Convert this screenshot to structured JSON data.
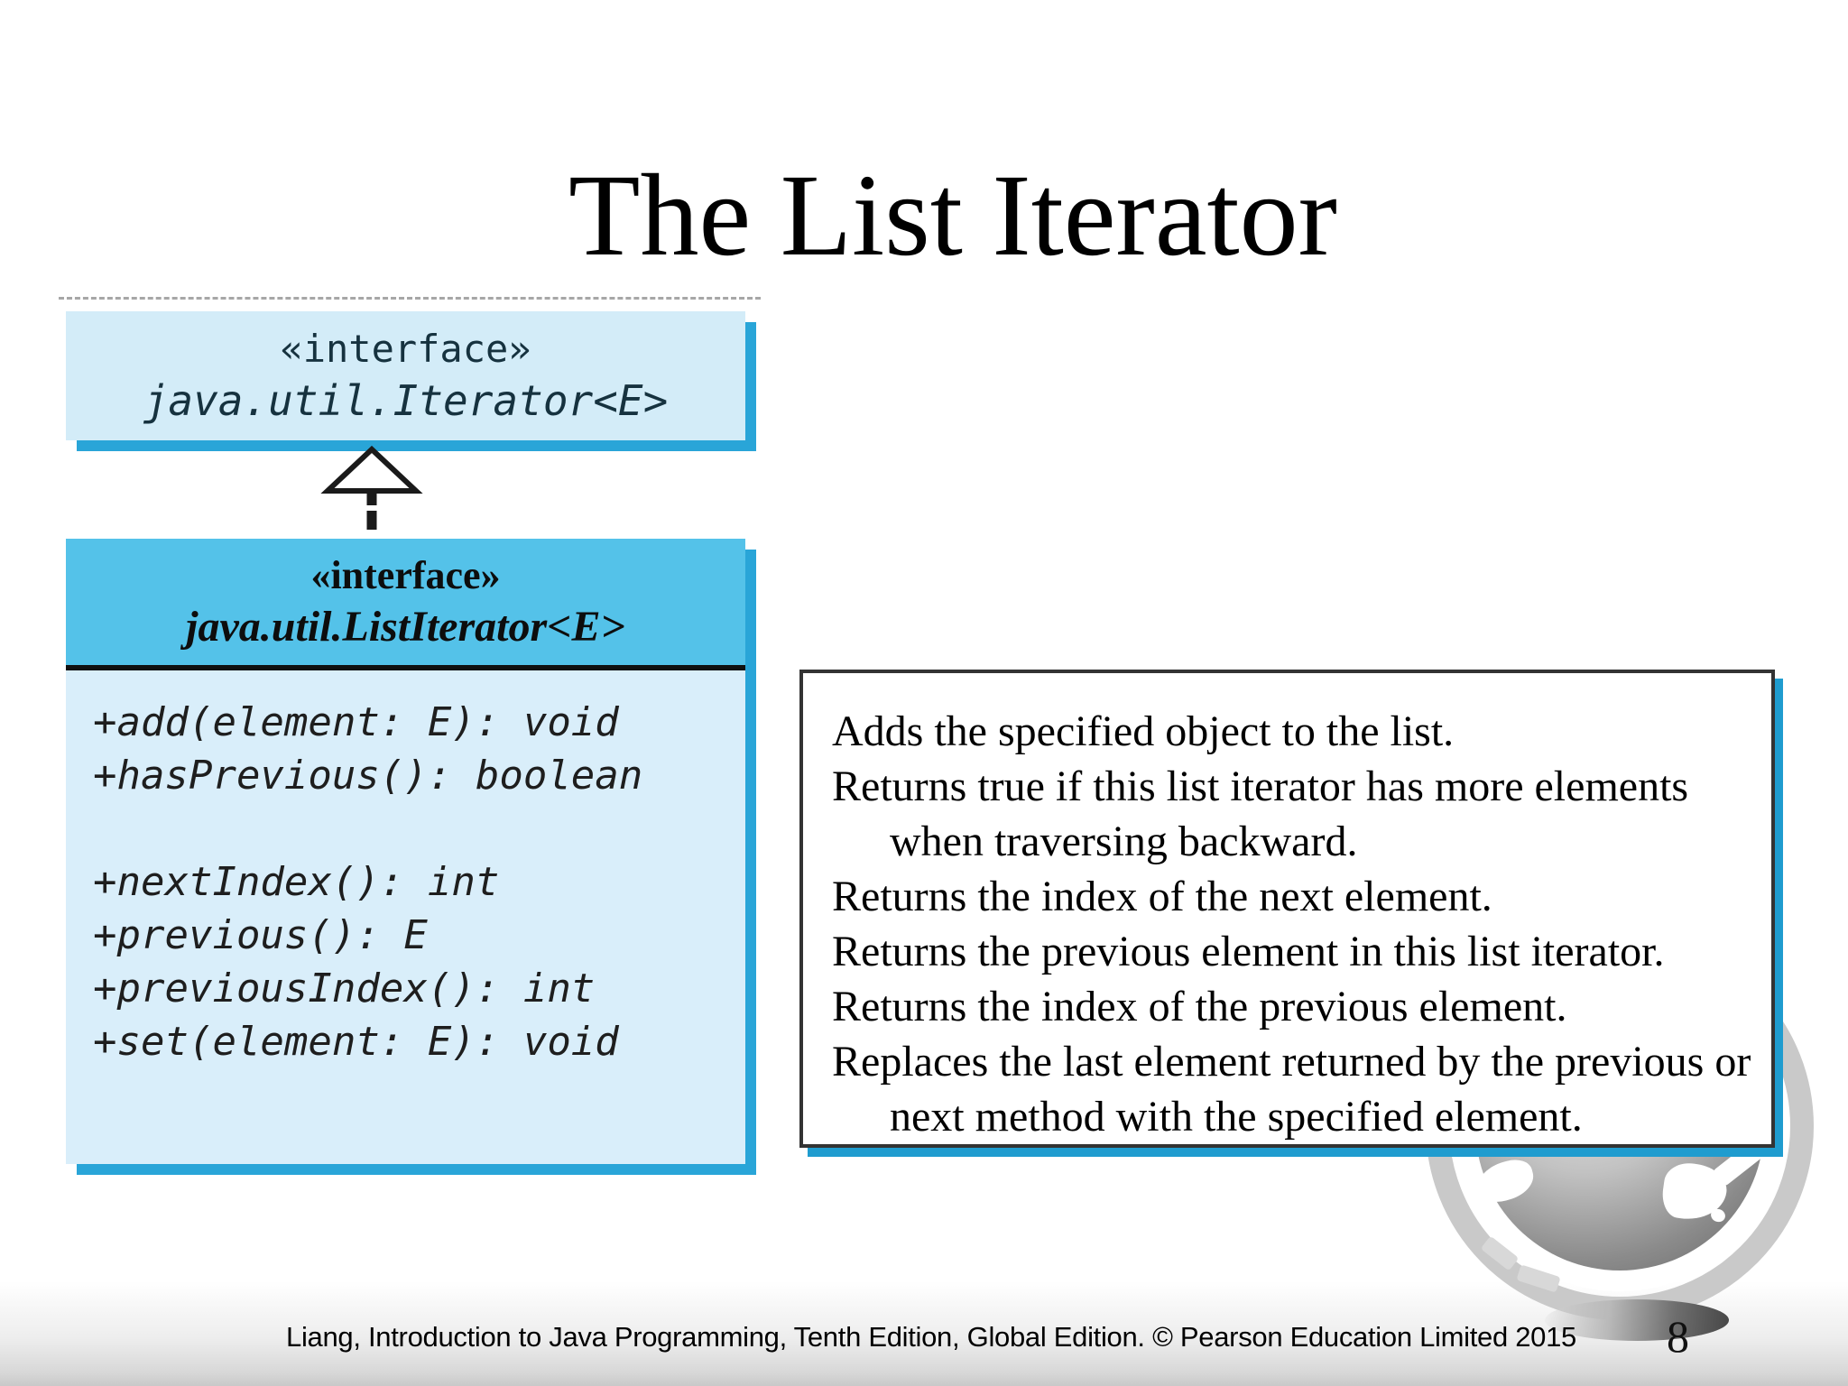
{
  "slide": {
    "title": "The List Iterator",
    "footer": "Liang, Introduction to Java Programming, Tenth Edition, Global Edition. © Pearson Education Limited 2015",
    "page_number": "8"
  },
  "uml": {
    "parent_interface": {
      "stereotype": "«interface»",
      "name": "java.util.Iterator<E>"
    },
    "child_interface": {
      "stereotype": "«interface»",
      "name": "java.util.ListIterator<E>",
      "methods": [
        "+add(element: E): void",
        "+hasPrevious(): boolean",
        "",
        "+nextIndex(): int",
        "+previous(): E",
        "+previousIndex(): int",
        "+set(element: E): void"
      ]
    }
  },
  "descriptions": {
    "lines": [
      {
        "text": "Adds the specified object to the list.",
        "indent": false
      },
      {
        "text": "Returns true if this list iterator has more elements",
        "indent": false
      },
      {
        "text": "when traversing backward.",
        "indent": true
      },
      {
        "text": "Returns the index of the next element.",
        "indent": false
      },
      {
        "text": "Returns the previous element in this list iterator.",
        "indent": false
      },
      {
        "text": "Returns the index of the previous element.",
        "indent": false
      },
      {
        "text": "Replaces the last element returned by the previous or",
        "indent": false
      },
      {
        "text": "next method with the specified element.",
        "indent": true
      }
    ]
  },
  "colors": {
    "box_shadow_blue": "#29a5d8",
    "child_header_blue": "#54c2e9",
    "interface_box_fill": "#d3ecf8",
    "child_body_fill": "#d9eefa",
    "description_shadow_blue": "#1f9ccf"
  }
}
